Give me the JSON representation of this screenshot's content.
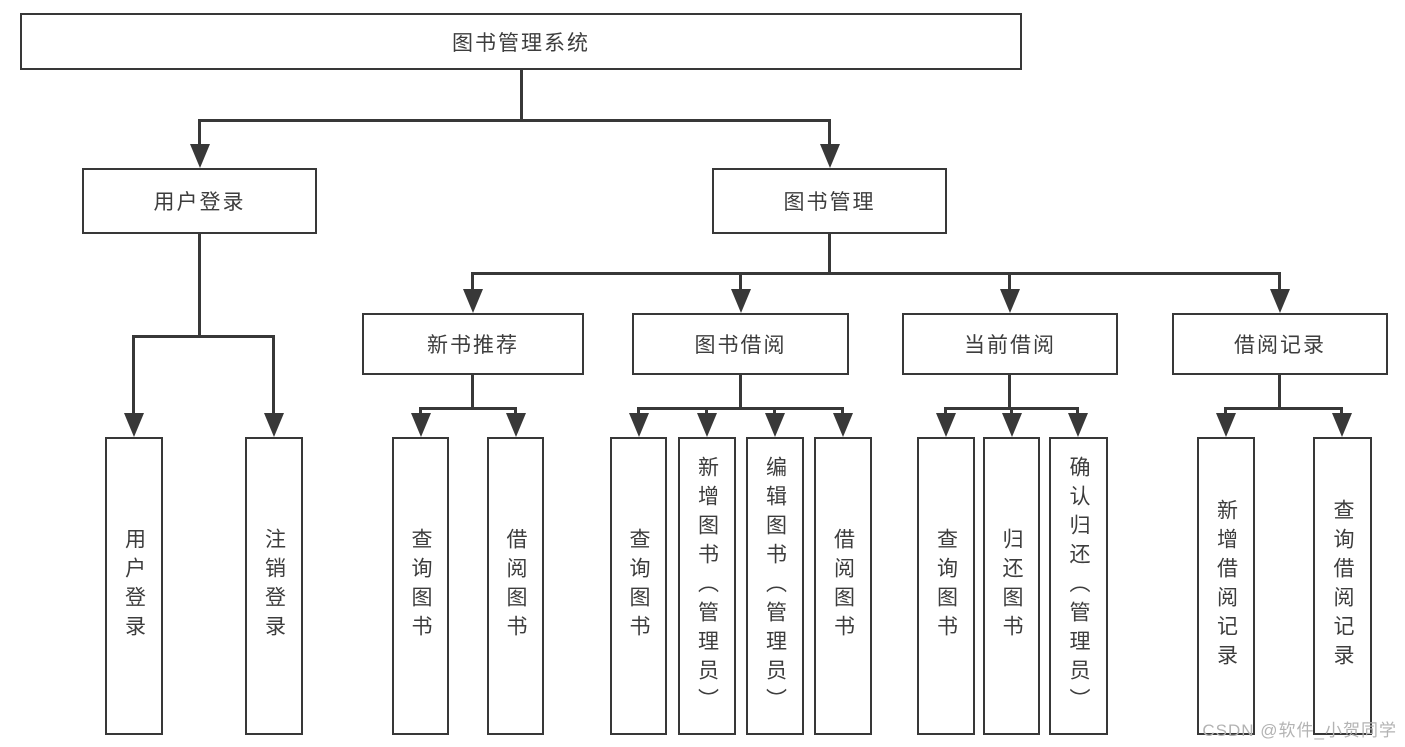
{
  "tree": {
    "root": "图书管理系统",
    "branches": [
      {
        "label": "用户登录",
        "children": [
          "用户登录",
          "注销登录"
        ]
      },
      {
        "label": "图书管理",
        "groups": [
          {
            "label": "新书推荐",
            "children": [
              "查询图书",
              "借阅图书"
            ]
          },
          {
            "label": "图书借阅",
            "children": [
              "查询图书",
              "新增图书（管理员）",
              "编辑图书（管理员）",
              "借阅图书"
            ]
          },
          {
            "label": "当前借阅",
            "children": [
              "查询图书",
              "归还图书",
              "确认归还（管理员）"
            ]
          },
          {
            "label": "借阅记录",
            "children": [
              "新增借阅记录",
              "查询借阅记录"
            ]
          }
        ]
      }
    ]
  },
  "watermark": {
    "text": "CSDN @软件_小贺同学"
  },
  "colors": {
    "line": "#383838",
    "text": "#3d3d3d",
    "watermark": "#b3b3b3",
    "background": "#ffffff"
  }
}
